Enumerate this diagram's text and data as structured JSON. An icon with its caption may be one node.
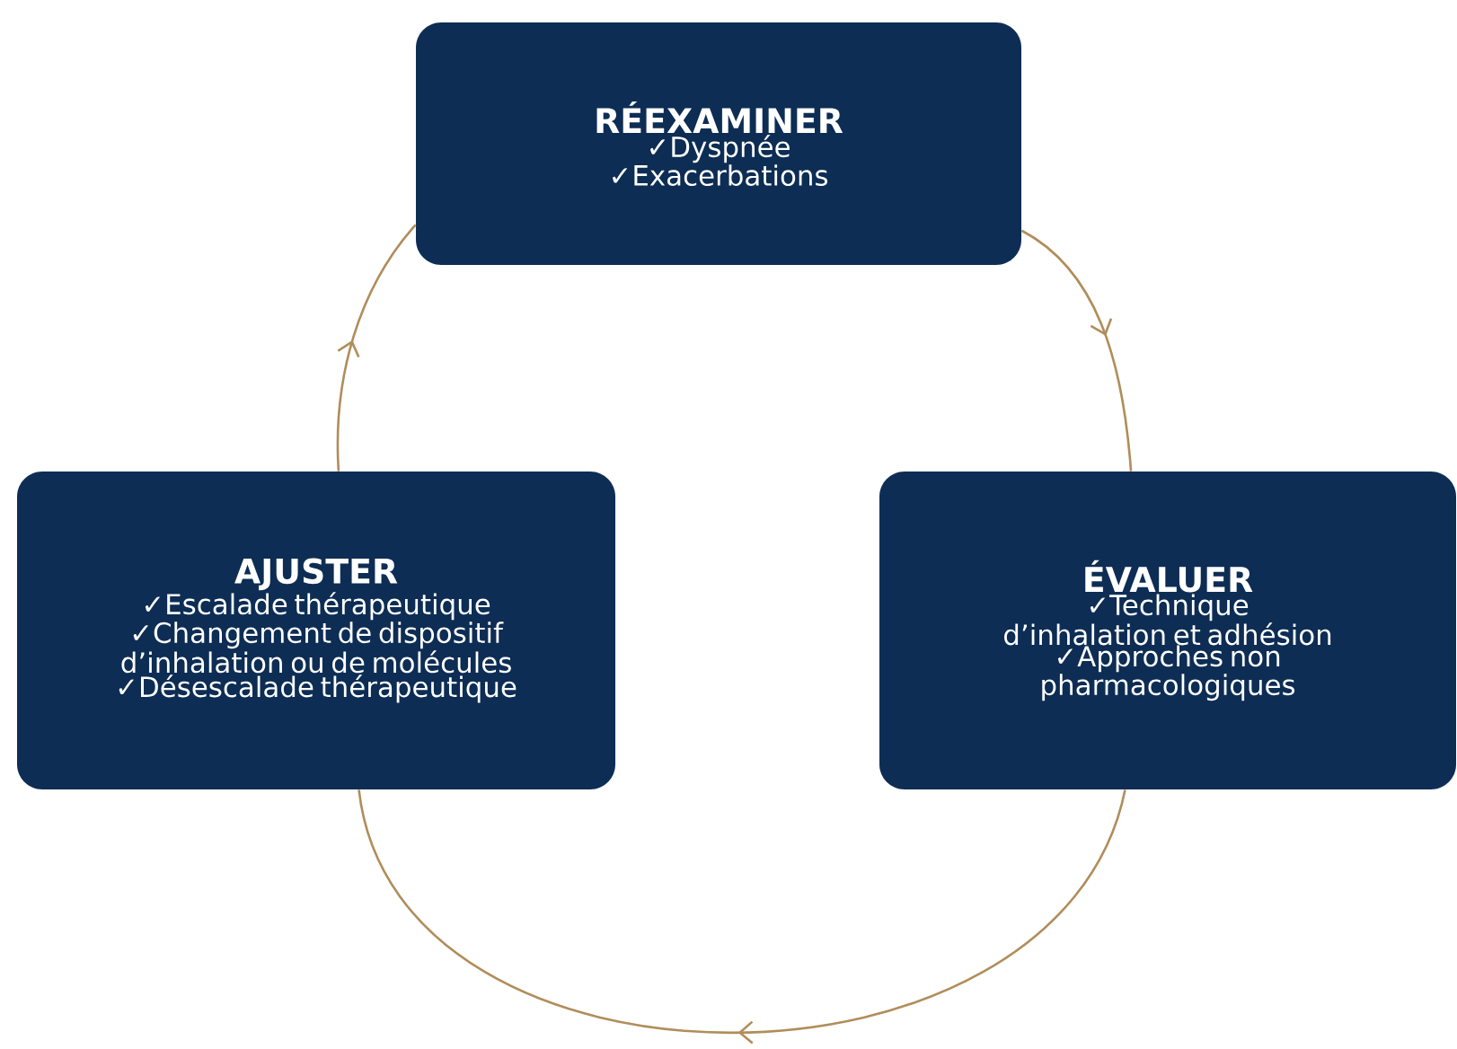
{
  "diagram": {
    "nodes": [
      {
        "text": [
          "RÉEXAMINER",
          "✓Dyspnée",
          "✓Exacerbations"
        ]
      },
      {
        "text": [
          "ÉVALUER",
          "✓Technique d’inhalation et adhésion",
          "✓Approches non pharmacologiques"
        ]
      },
      {
        "text": [
          "AJUSTER",
          "✓Escalade thérapeutique",
          "✓Changement de dispositif d’inhalation ou de molécules",
          "✓Désescalade thérapeutique"
        ]
      }
    ],
    "edges": [
      {
        "from": 0,
        "to": 1,
        "arrow": "to"
      },
      {
        "from": 1,
        "to": 2,
        "arrow": "to"
      },
      {
        "from": 2,
        "to": 0,
        "arrow": "to"
      }
    ]
  }
}
